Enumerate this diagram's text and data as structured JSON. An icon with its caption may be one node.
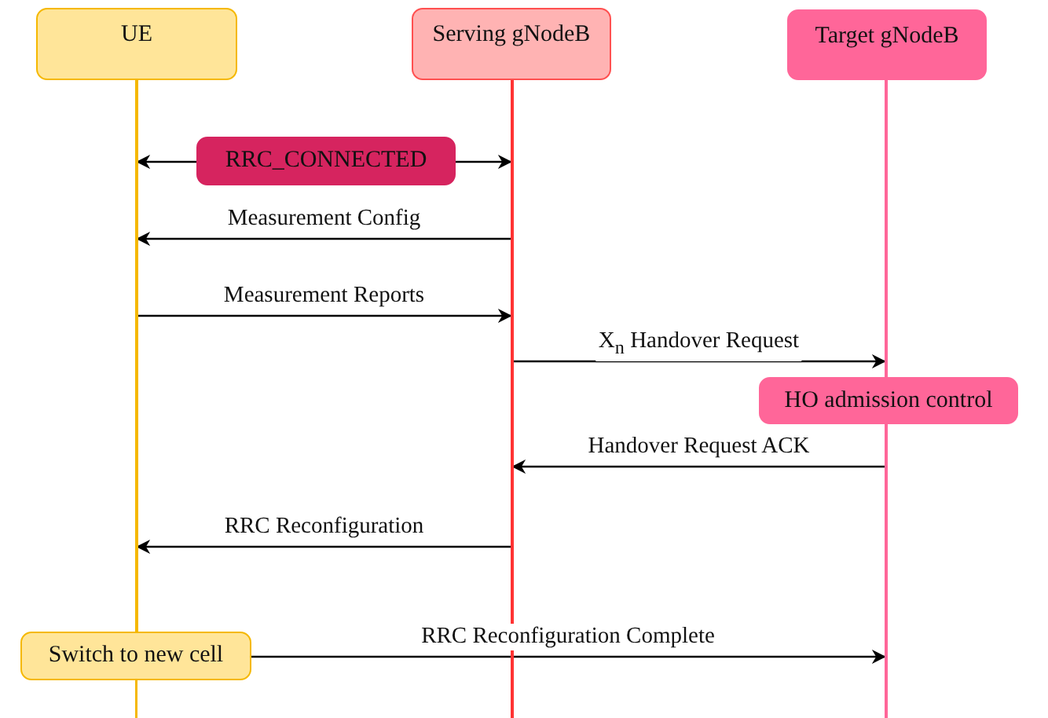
{
  "diagram": {
    "nodes": [
      {
        "text": [
          "UE"
        ]
      },
      {
        "text": [
          "Serving gNodeB"
        ]
      },
      {
        "text": [
          "Target gNodeB"
        ]
      },
      {
        "text": [
          "RRC_CONNECTED"
        ]
      },
      {
        "text": [
          "HO admission control"
        ]
      },
      {
        "text": [
          "Switch to new cell"
        ]
      },
      {
        "text": [],
        "shape": "line"
      },
      {
        "text": [],
        "shape": "line"
      },
      {
        "text": [],
        "shape": "line"
      }
    ],
    "edges": [
      {
        "from": 3,
        "to": 6,
        "arrow": "to"
      },
      {
        "from": 3,
        "to": 7,
        "arrow": "to"
      },
      {
        "from": 7,
        "to": 6,
        "arrow": "to",
        "label": "Measurement Config"
      },
      {
        "from": 6,
        "to": 7,
        "arrow": "to",
        "label": "Measurement Reports"
      },
      {
        "from": 7,
        "to": 8,
        "arrow": "to",
        "label": "X$_{n}$ Handover Request"
      },
      {
        "from": 8,
        "to": 7,
        "arrow": "to",
        "label": "Handover Request ACK"
      },
      {
        "from": 7,
        "to": 6,
        "arrow": "to",
        "label": "RRC Reconfiguration"
      },
      {
        "from": 5,
        "to": 8,
        "arrow": "to",
        "label": "RRC Reconfiguration Complete"
      }
    ]
  }
}
